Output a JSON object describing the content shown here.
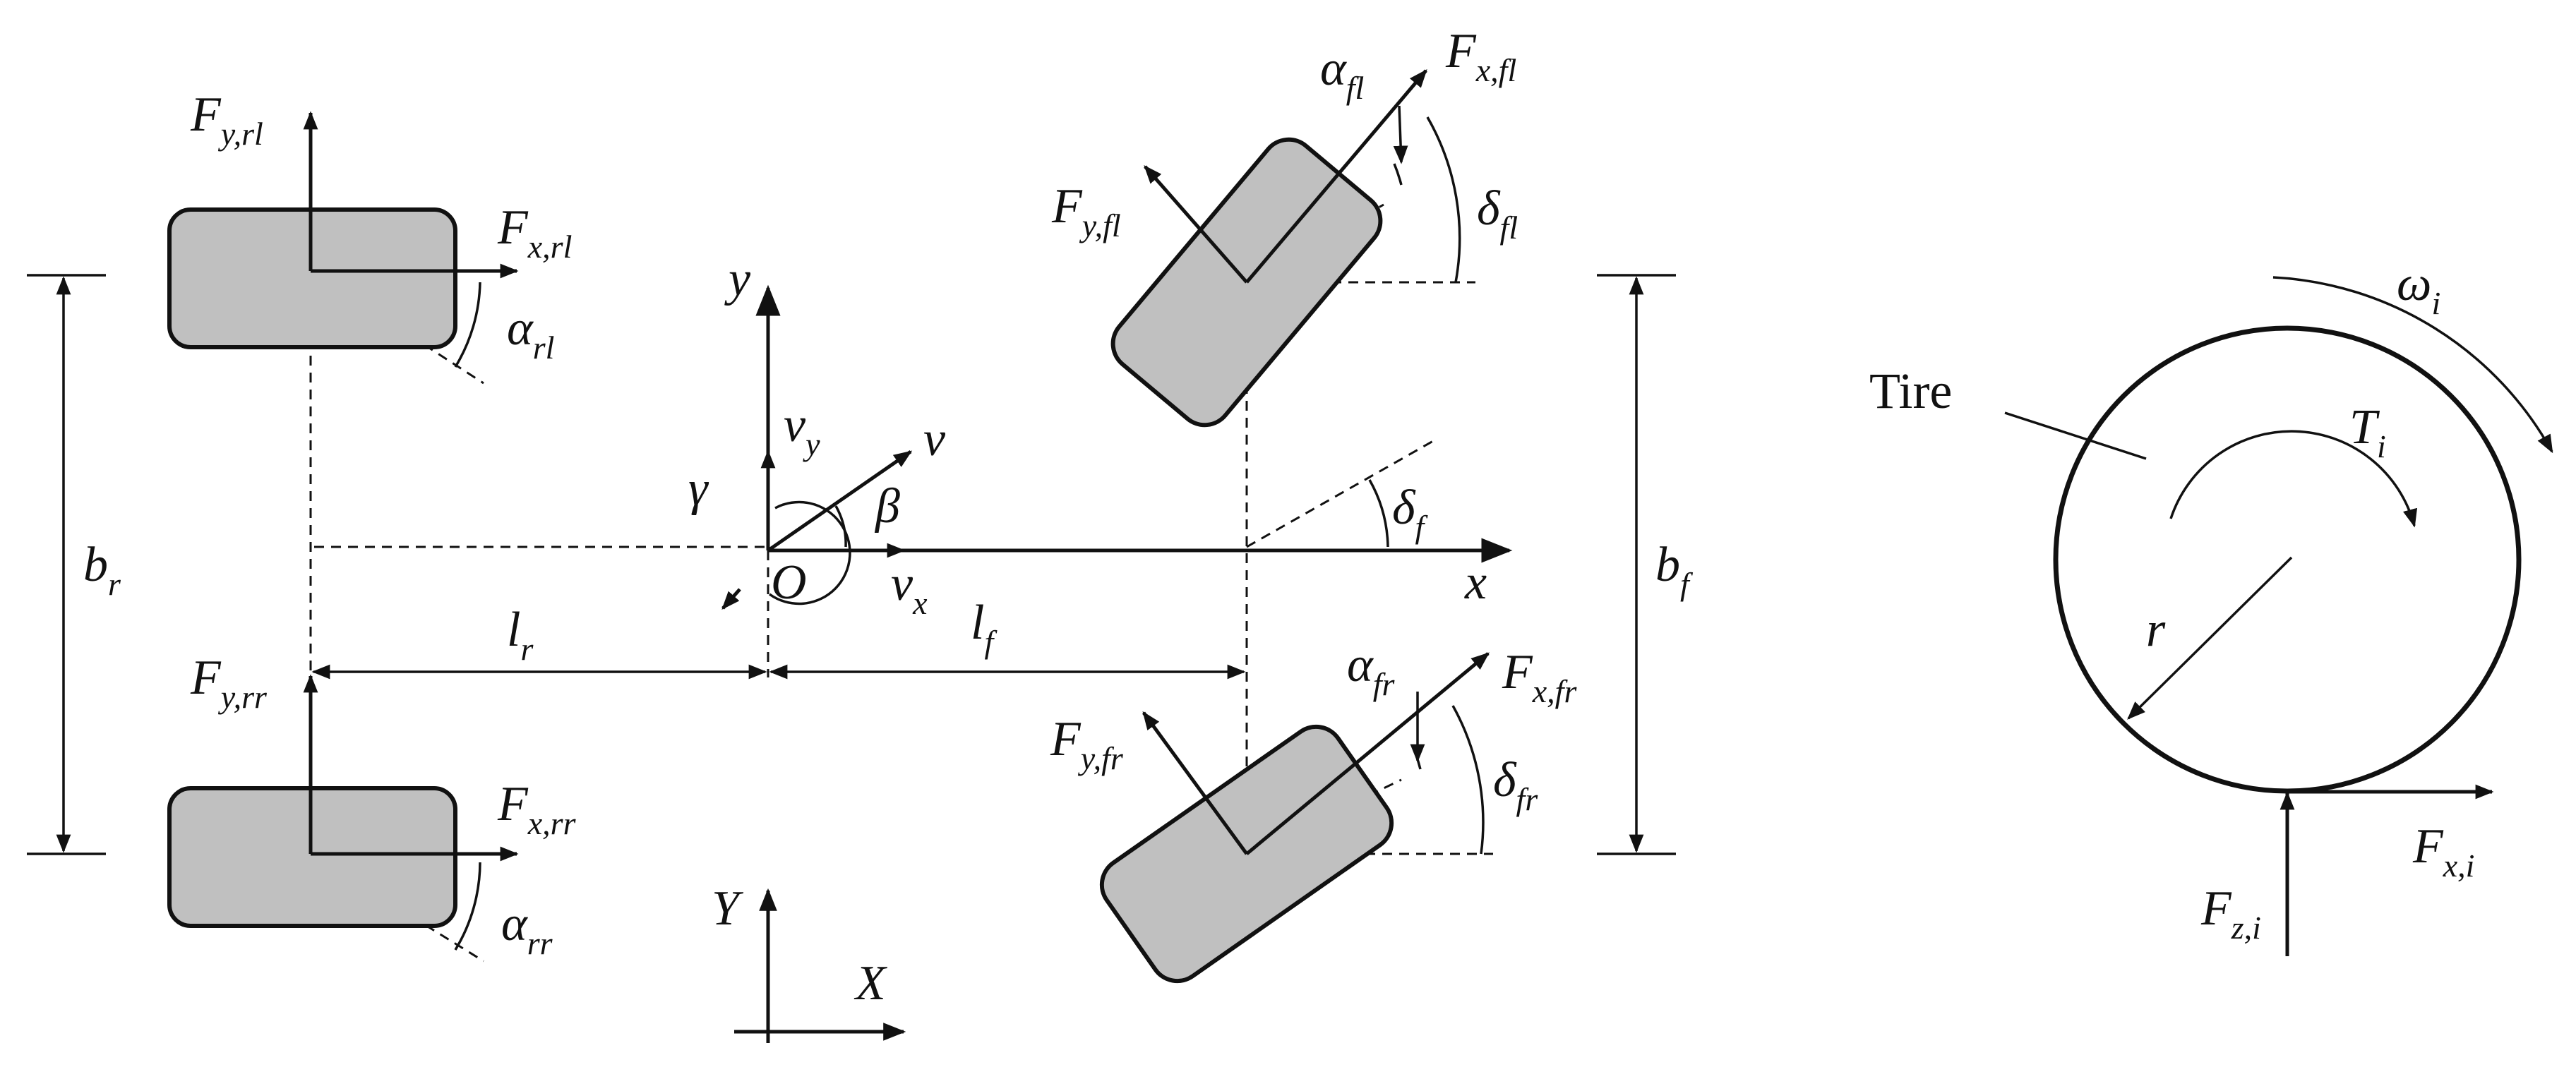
{
  "colors": {
    "line": "#111111",
    "wheel_fill": "#c0c0c0",
    "background": "#ffffff"
  },
  "vehicle": {
    "rear_left": {
      "force_lateral": {
        "base": "F",
        "sub": "y,rl"
      },
      "force_long": {
        "base": "F",
        "sub": "x,rl"
      },
      "slip": {
        "base": "α",
        "sub": "rl"
      }
    },
    "rear_right": {
      "force_lateral": {
        "base": "F",
        "sub": "y,rr"
      },
      "force_long": {
        "base": "F",
        "sub": "x,rr"
      },
      "slip": {
        "base": "α",
        "sub": "rr"
      }
    },
    "front_left": {
      "force_lateral": {
        "base": "F",
        "sub": "y,fl"
      },
      "force_long": {
        "base": "F",
        "sub": "x,fl"
      },
      "slip": {
        "base": "α",
        "sub": "fl"
      },
      "steer": {
        "base": "δ",
        "sub": "fl"
      }
    },
    "front_right": {
      "force_lateral": {
        "base": "F",
        "sub": "y,fr"
      },
      "force_long": {
        "base": "F",
        "sub": "x,fr"
      },
      "slip": {
        "base": "α",
        "sub": "fr"
      },
      "steer": {
        "base": "δ",
        "sub": "fr"
      }
    },
    "track_rear": {
      "base": "b",
      "sub": "r"
    },
    "track_front": {
      "base": "b",
      "sub": "f"
    },
    "dist_rear": {
      "base": "l",
      "sub": "r"
    },
    "dist_front": {
      "base": "l",
      "sub": "f"
    },
    "steer_center": {
      "base": "δ",
      "sub": "f"
    },
    "axis_x": "x",
    "axis_y": "y",
    "origin": "O",
    "vel": "v",
    "vel_x": {
      "base": "v",
      "sub": "x"
    },
    "vel_y": {
      "base": "v",
      "sub": "y"
    },
    "sideslip": "β",
    "yaw_rate": "γ",
    "global_X": "X",
    "global_Y": "Y"
  },
  "tire": {
    "title": "Tire",
    "omega": {
      "base": "ω",
      "sub": "i"
    },
    "torque": {
      "base": "T",
      "sub": "i"
    },
    "radius": "r",
    "fx": {
      "base": "F",
      "sub": "x,i"
    },
    "fz": {
      "base": "F",
      "sub": "z,i"
    }
  }
}
